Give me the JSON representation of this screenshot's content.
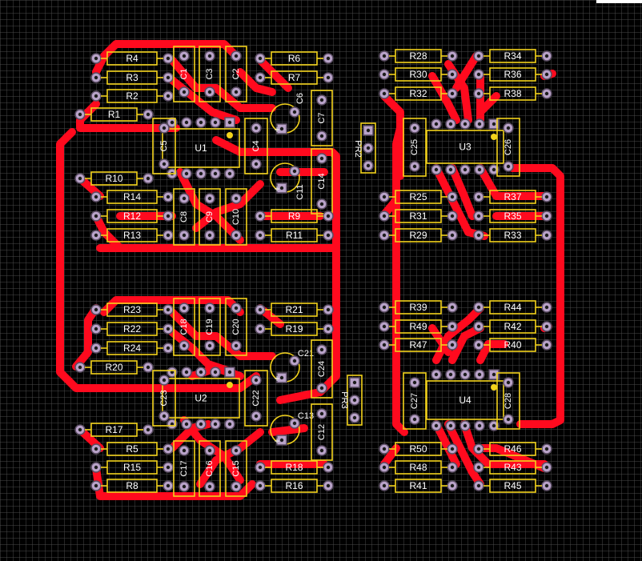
{
  "colors": {
    "background": "#000000",
    "grid": "#4a4a4a",
    "copper": "#ff0a1e",
    "silkscreen": "#f2d21b",
    "pad": "#b9a3c9",
    "label": "#ffffff"
  },
  "ics": [
    "U1",
    "U2",
    "U3",
    "U4"
  ],
  "resistors": [
    "R1",
    "R2",
    "R3",
    "R4",
    "R5",
    "R6",
    "R7",
    "R8",
    "R9",
    "R10",
    "R11",
    "R12",
    "R13",
    "R14",
    "R15",
    "R16",
    "R17",
    "R18",
    "R19",
    "R20",
    "R21",
    "R22",
    "R23",
    "R24",
    "R25",
    "R28",
    "R29",
    "R30",
    "R31",
    "R32",
    "R33",
    "R34",
    "R35",
    "R36",
    "R37",
    "R38",
    "R39",
    "R40",
    "R41",
    "R42",
    "R43",
    "R44",
    "R45",
    "R46",
    "R47",
    "R48",
    "R49",
    "R50"
  ],
  "capacitors": [
    "C1",
    "C2",
    "C3",
    "C4",
    "C5",
    "C6",
    "C7",
    "C8",
    "C9",
    "C10",
    "C11",
    "C12",
    "C13",
    "C14",
    "C15",
    "C16",
    "C17",
    "C18",
    "C19",
    "C20",
    "C21",
    "C22",
    "C23",
    "C24",
    "C25",
    "C26",
    "C27",
    "C28"
  ],
  "presets": [
    "PR2",
    "PR3"
  ]
}
